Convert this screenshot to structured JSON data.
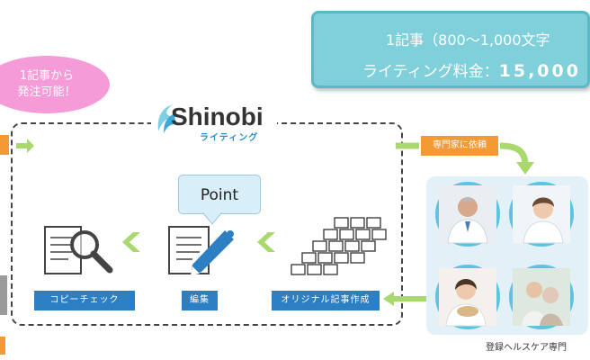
{
  "price": {
    "line1": "1記事（800〜1,000文字",
    "line2_prefix": "ライティング料金：",
    "line2_amount": "15,000"
  },
  "bubble": {
    "line1": "1記事から",
    "line2": "発注可能！"
  },
  "logo": {
    "main": "Shinobi",
    "sub": "ライティング"
  },
  "callout": {
    "point": "Point"
  },
  "tags": {
    "expert_request": "専門家に依頼"
  },
  "steps": {
    "copy_check": "コピーチェック",
    "edit": "編集",
    "original_article": "オリジナル記事作成"
  },
  "experts": {
    "caption": "登録ヘルスケア専門"
  },
  "colors": {
    "accent_blue": "#2d7fc4",
    "orange": "#f29a34",
    "green_arrow": "#a9d86e",
    "teal": "#7fd0da",
    "pink": "#f59cd8"
  }
}
